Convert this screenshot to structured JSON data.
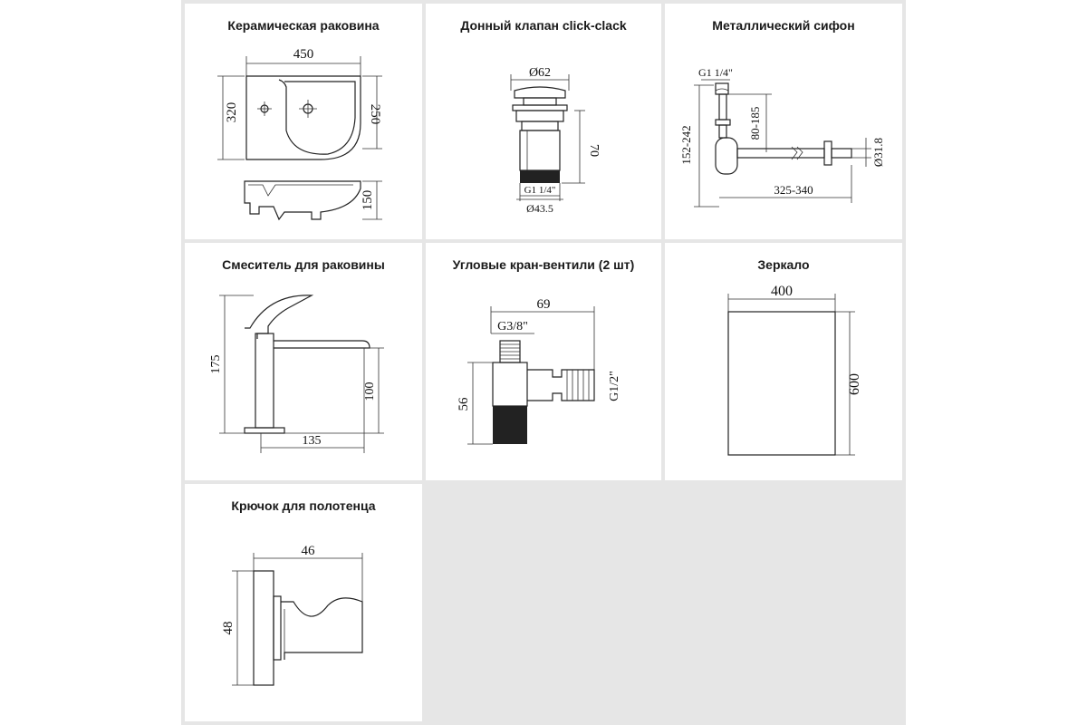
{
  "cells": [
    {
      "title": "Керамическая раковина",
      "labels": {
        "width": "450",
        "height_left": "320",
        "height_right": "250",
        "depth": "150"
      }
    },
    {
      "title": "Донный клапан click-clack",
      "labels": {
        "top_diameter": "Ø62",
        "height": "70",
        "thread": "G1 1/4\"",
        "bottom_diameter": "Ø43.5"
      }
    },
    {
      "title": "Металлический сифон",
      "labels": {
        "thread": "G1 1/4\"",
        "height_range": "152-242",
        "outlet_range": "80-185",
        "length_range": "325-340",
        "pipe_diameter": "Ø31.8"
      }
    },
    {
      "title": "Смеситель для раковины",
      "labels": {
        "height": "175",
        "spout_height": "100",
        "reach": "135"
      }
    },
    {
      "title": "Угловые кран-вентили (2 шт)",
      "labels": {
        "length": "69",
        "thread_top": "G3/8\"",
        "thread_side": "G1/2\"",
        "height": "56"
      }
    },
    {
      "title": "Зеркало",
      "labels": {
        "width": "400",
        "height": "600"
      }
    },
    {
      "title": "Крючок для полотенца",
      "labels": {
        "width": "46",
        "height": "48"
      }
    }
  ]
}
